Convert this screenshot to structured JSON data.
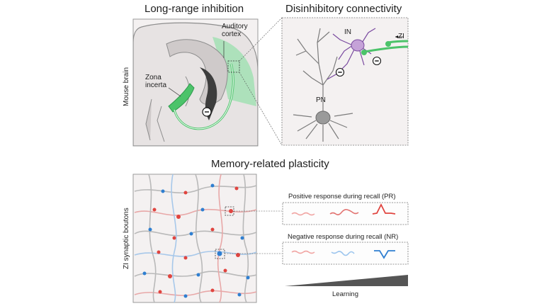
{
  "panels": {
    "long_range": {
      "title": "Long-range inhibition",
      "side_label": "Mouse brain",
      "region_auditory": "Auditory\ncortex",
      "region_zi": "Zona\nincerta",
      "minus_symbol": "−"
    },
    "disinhibitory": {
      "title": "Disinhibitory connectivity",
      "label_in": "IN",
      "label_pn": "PN",
      "label_zi": "ZI",
      "minus_symbol": "−"
    },
    "plasticity": {
      "title": "Memory-related plasticity",
      "side_label": "ZI synaptic boutons",
      "pr_label": "Positive response during recall (PR)",
      "nr_label": "Negative response during recall (NR)",
      "learning_label": "Learning"
    }
  },
  "colors": {
    "green": "#4cc36a",
    "red": "#e0443f",
    "light_red": "#f1a7a5",
    "blue": "#2f7fd1",
    "light_blue": "#9cc5ee",
    "purple": "#7a4aa0",
    "grey": "#8a8a8a"
  }
}
